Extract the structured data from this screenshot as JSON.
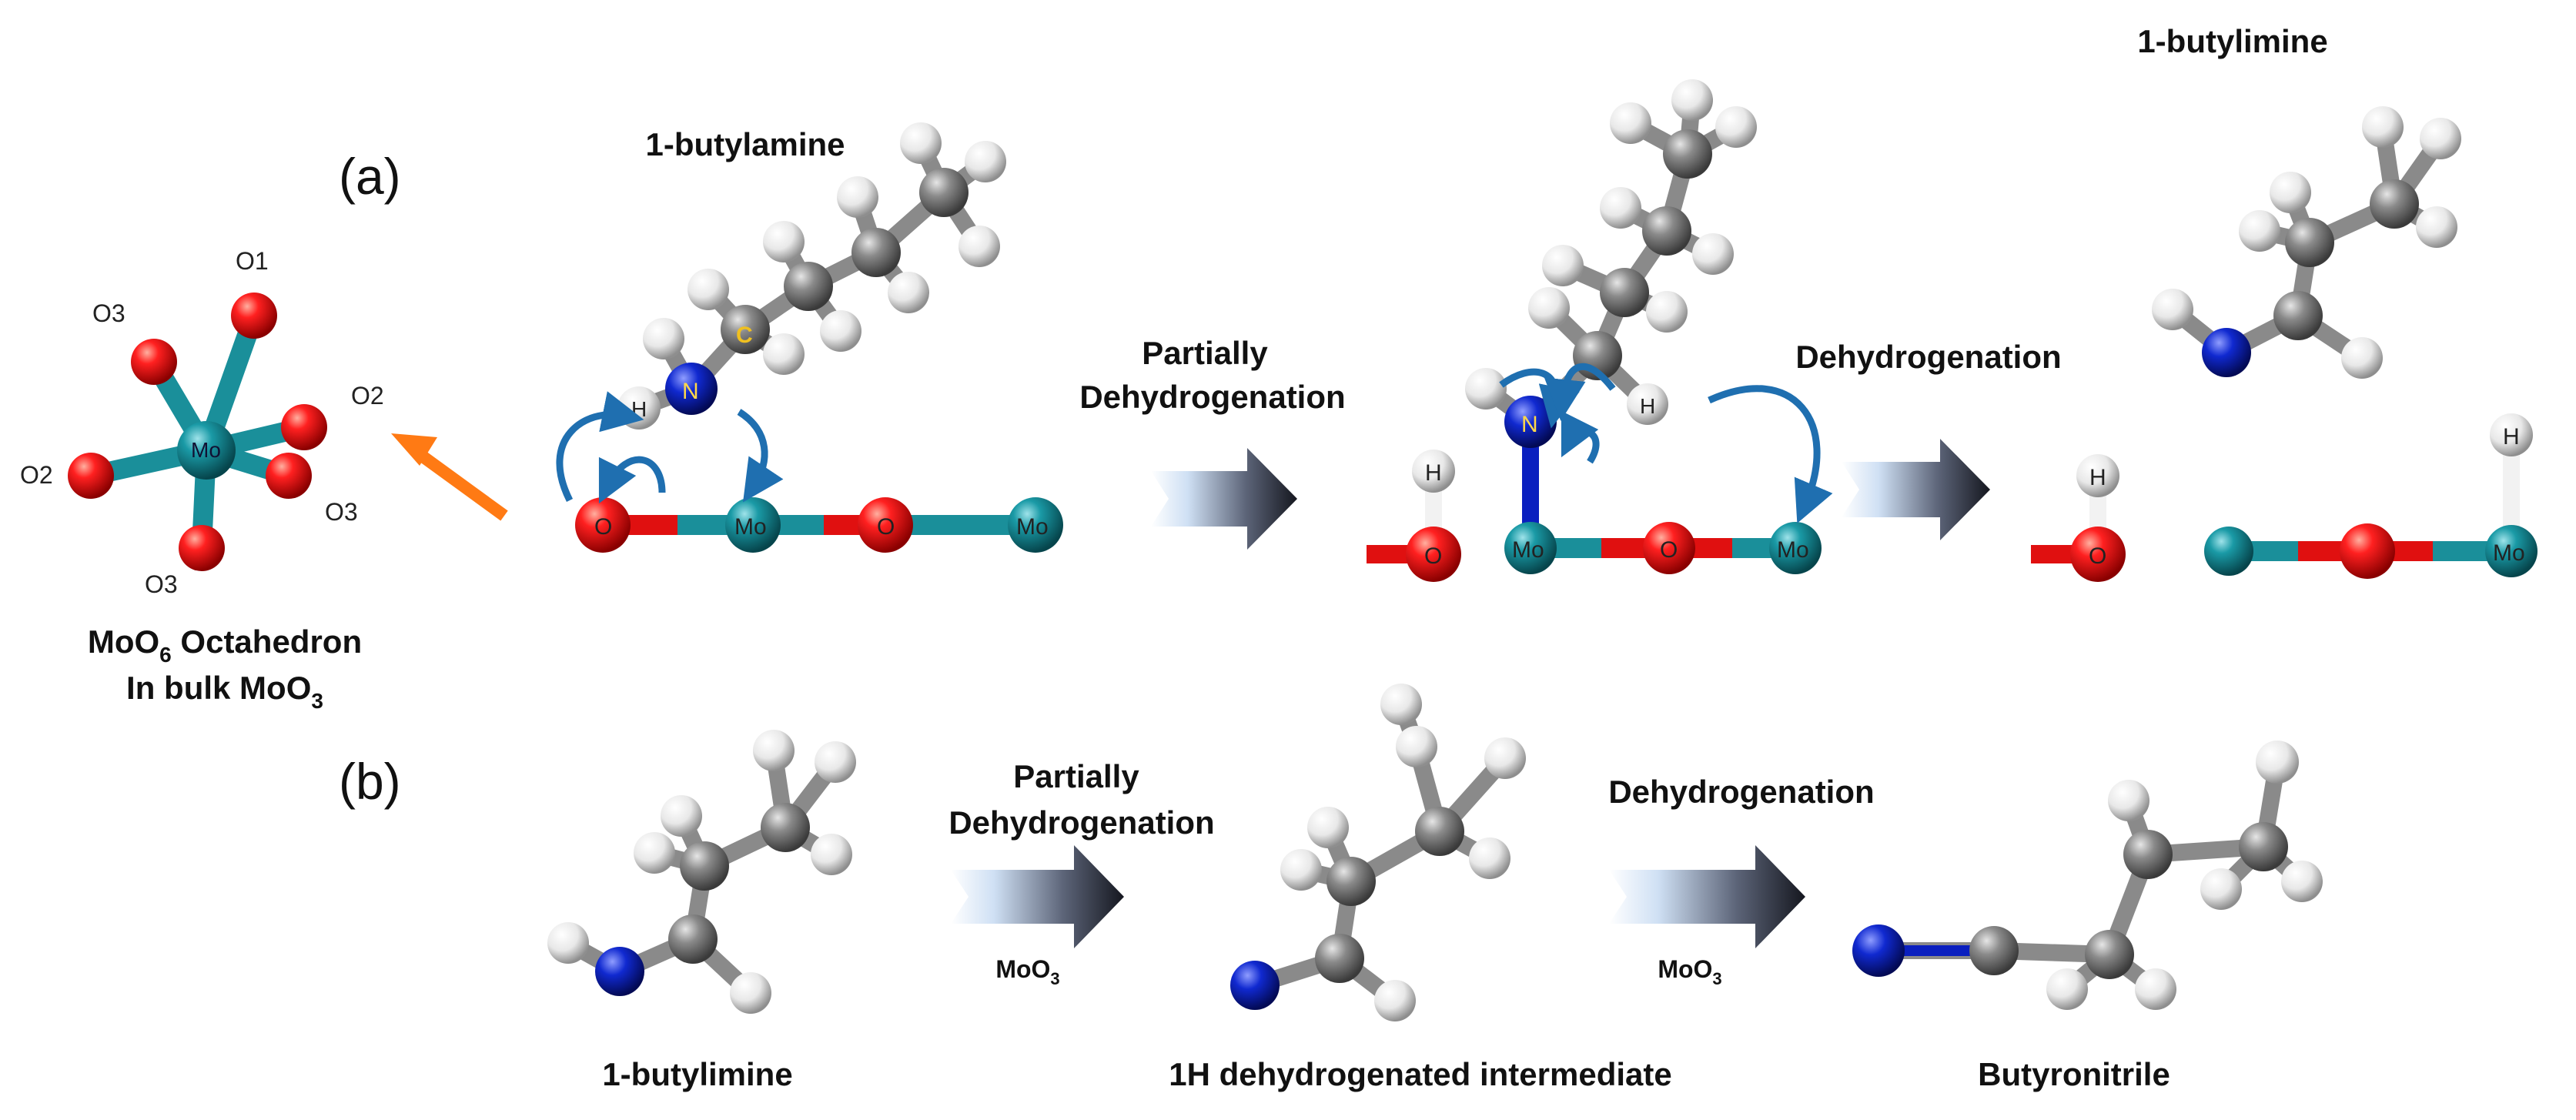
{
  "panels": {
    "a": "(a)",
    "b": "(b)"
  },
  "octahedron": {
    "center_label": "Mo",
    "oxygen_labels": [
      "O1",
      "O3",
      "O2",
      "O2",
      "O3",
      "O3"
    ],
    "caption_line1_main": "MoO",
    "caption_line1_sub": "6",
    "caption_line1_rest": " Octahedron",
    "caption_line2_main": "In bulk MoO",
    "caption_line2_sub": "3"
  },
  "row_a": {
    "molecule1_label": "1-butylamine",
    "step1_line1": "Partially",
    "step1_line2": "Dehydrogenation",
    "step2_label": "Dehydrogenation",
    "product_label": "1-butylimine",
    "atom_labels": {
      "H": "H",
      "N": "N",
      "C": "C",
      "O": "O",
      "Mo": "Mo"
    }
  },
  "row_b": {
    "reactant_label": "1-butylimine",
    "step1_line1": "Partially",
    "step1_line2": "Dehydrogenation",
    "step1_catalyst_main": "MoO",
    "step1_catalyst_sub": "3",
    "intermediate_label": "1H dehydrogenated intermediate",
    "step2_label": "Dehydrogenation",
    "step2_catalyst_main": "MoO",
    "step2_catalyst_sub": "3",
    "product_label": "Butyronitrile"
  },
  "colors": {
    "oxygen": "#e01010",
    "molybdenum": "#1a8f9a",
    "carbon": "#7a7a7a",
    "nitrogen": "#0a1fbf",
    "hydrogen": "#f2f2f2",
    "curved_arrow": "#1f6fb0",
    "orange_arrow": "#ff7a14",
    "step_arrow_dark": "#1c1f2a"
  }
}
